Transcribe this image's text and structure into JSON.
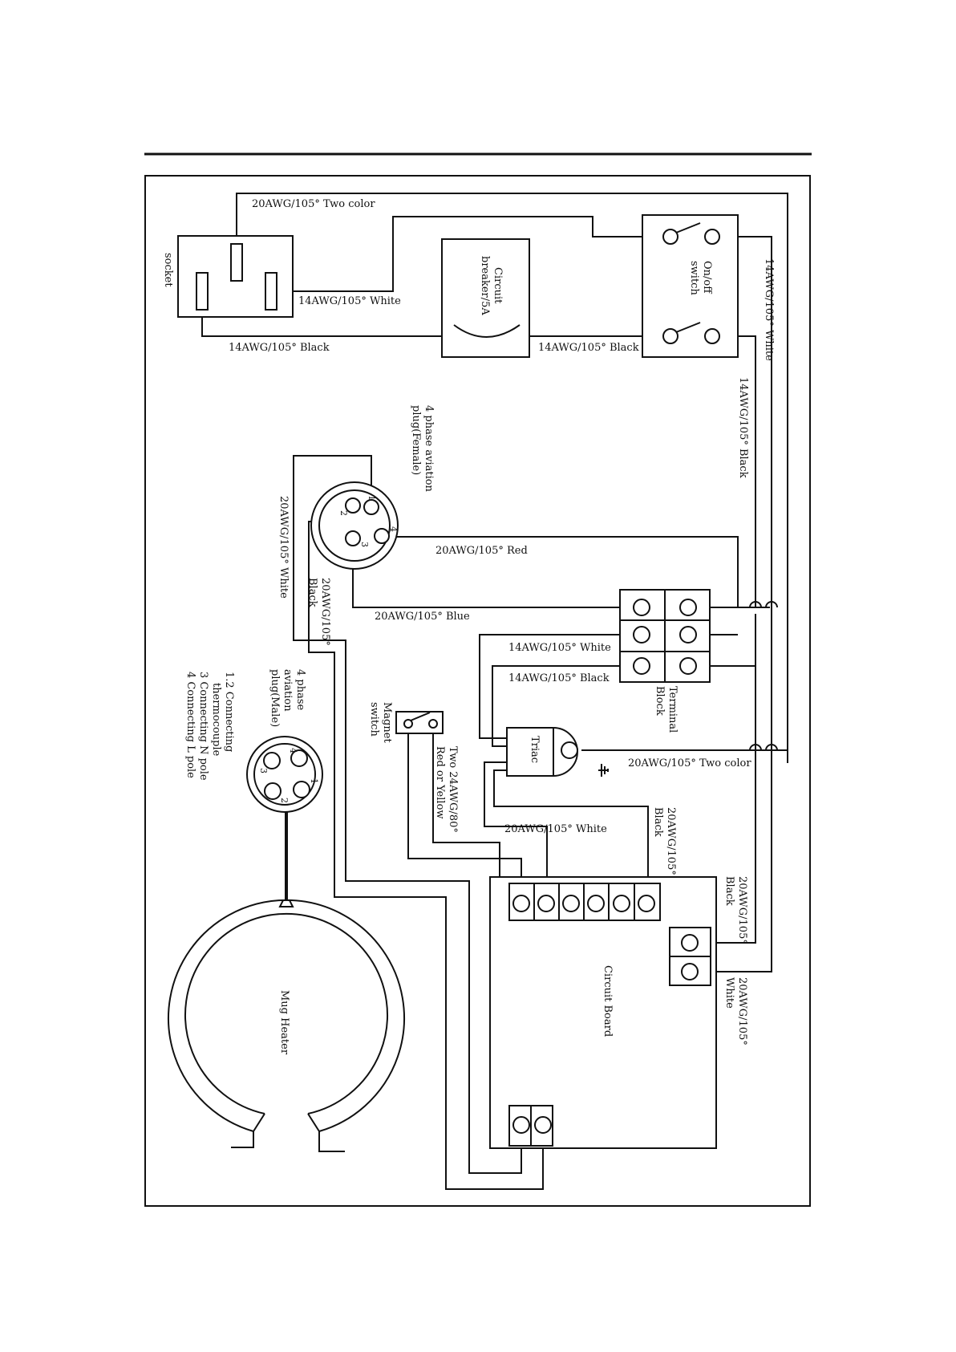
{
  "labels": {
    "wire_20awg_two_color_top": "20AWG/105° Two color",
    "wire_14awg_white_socket": "14AWG/105° White",
    "wire_14awg_black_socket": "14AWG/105° Black",
    "wire_14awg_black_breaker": "14AWG/105° Black",
    "wire_14awg_white_right": "14AWG/105° White",
    "wire_14awg_black_right": "14AWG/105° Black",
    "socket": "socket",
    "circuit_breaker_line1": "Circuit",
    "circuit_breaker_line2": "breaker/5A",
    "onoff_line1": "On/off",
    "onoff_line2": "switch",
    "female_plug_line1": "4 phase aviation",
    "female_plug_line2": "plug(Female)",
    "wire_20awg_red": "20AWG/105° Red",
    "wire_20awg_white_left": "20AWG/105° White",
    "wire_20awg_black_left_1": "20AWG/105°",
    "wire_20awg_black_left_2": "Black",
    "wire_20awg_blue": "20AWG/105° Blue",
    "wire_14awg_white_tb": "14AWG/105° White",
    "wire_14awg_black_tb": "14AWG/105° Black",
    "terminal_block_line1": "Terminal",
    "terminal_block_line2": "Block",
    "male_plug_line1": "4 phase",
    "male_plug_line2": "aviation",
    "male_plug_line3": "plug(Male)",
    "legend_line1": "1.2 Connecting",
    "legend_line2": "thermocouple",
    "legend_line3": "3 Connecting N pole",
    "legend_line4": "4 Connecting L pole",
    "magnet_switch_line1": "Magnet",
    "magnet_switch_line2": "switch",
    "wire_24awg_line1": "Two 24AWG/80°",
    "wire_24awg_line2": "Red or Yellow",
    "triac": "Triac",
    "wire_20awg_two_color_triac": "20AWG/105° Two color",
    "wire_20awg_white_board": "20AWG/105° White",
    "wire_20awg_black_board_1": "20AWG/105°",
    "wire_20awg_black_board_2": "Black",
    "wire_20awg_black_right_1": "20AWG/105°",
    "wire_20awg_black_right_2": "Black",
    "wire_20awg_white_right_1": "20AWG/105°",
    "wire_20awg_white_right_2": "White",
    "circuit_board": "Circuit Board",
    "mug_heater": "Mug Heater",
    "pin_1": "1",
    "pin_2": "2",
    "pin_3": "3",
    "pin_4": "4"
  }
}
